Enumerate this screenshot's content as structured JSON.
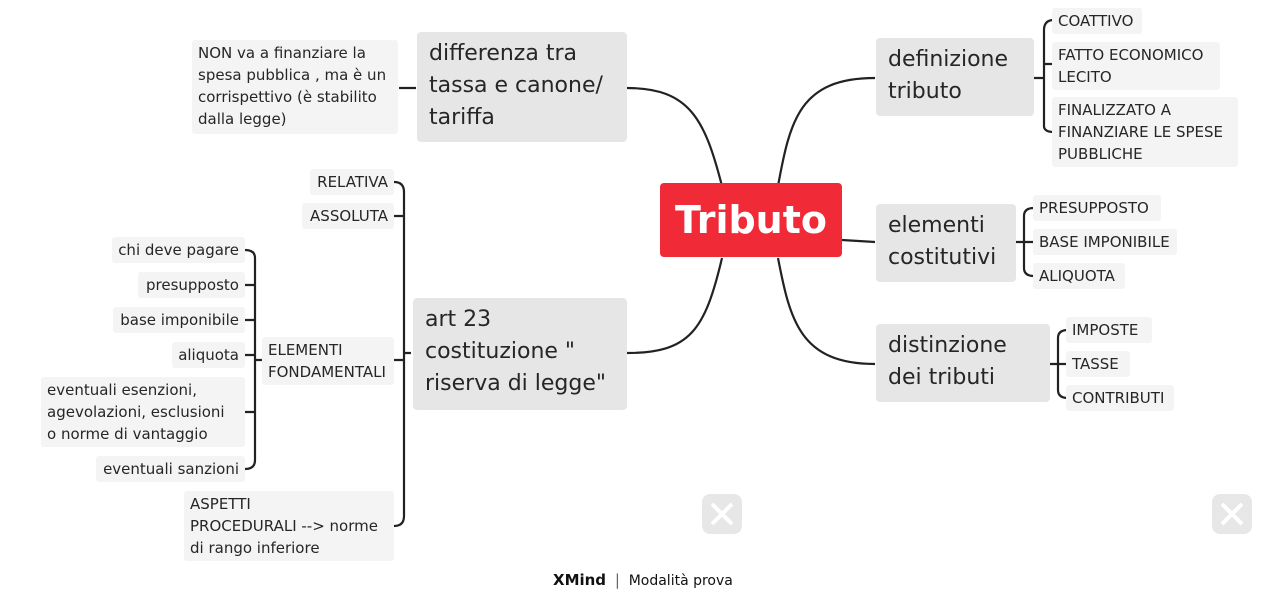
{
  "central": "Tributo",
  "branches": {
    "definizione": {
      "label": "definizione\ntributo",
      "children": [
        "COATTIVO",
        "FATTO ECONOMICO\nLECITO",
        "FINALIZZATO A\nFINANZIARE LE SPESE\nPUBBLICHE"
      ]
    },
    "elementi": {
      "label": "elementi\ncostitutivi",
      "children": [
        "PRESUPPOSTO",
        "BASE IMPONIBILE",
        "ALIQUOTA"
      ]
    },
    "distinzione": {
      "label": "distinzione\ndei tributi",
      "children": [
        "IMPOSTE",
        "TASSE",
        "CONTRIBUTI"
      ]
    },
    "differenza": {
      "label": "differenza tra\ntassa e canone/\ntariffa",
      "note": "NON va a finanziare la\nspesa pubblica , ma è un\ncorrispettivo (è stabilito\ndalla legge)"
    },
    "art23": {
      "label": "art 23\ncostituzione \"\nriserva di legge\"",
      "relativa": "RELATIVA",
      "assoluta": "ASSOLUTA",
      "elementi_fondamentali": "ELEMENTI\nFONDAMENTALI",
      "fondamentali_children": [
        "chi deve pagare",
        "presupposto",
        "base imponibile",
        "aliquota",
        "eventuali esenzioni,\nagevolazioni, esclusioni\no norme di vantaggio",
        "eventuali sanzioni"
      ],
      "aspetti": "ASPETTI\nPROCEDURALI --> norme\ndi rango inferiore"
    }
  },
  "watermark": {
    "brand": "XMind",
    "mode": "Modalità prova"
  },
  "colors": {
    "central": "#f02a37",
    "main_bg": "#e6e6e6",
    "sub_bg": "#f4f4f4",
    "line": "#222222"
  }
}
